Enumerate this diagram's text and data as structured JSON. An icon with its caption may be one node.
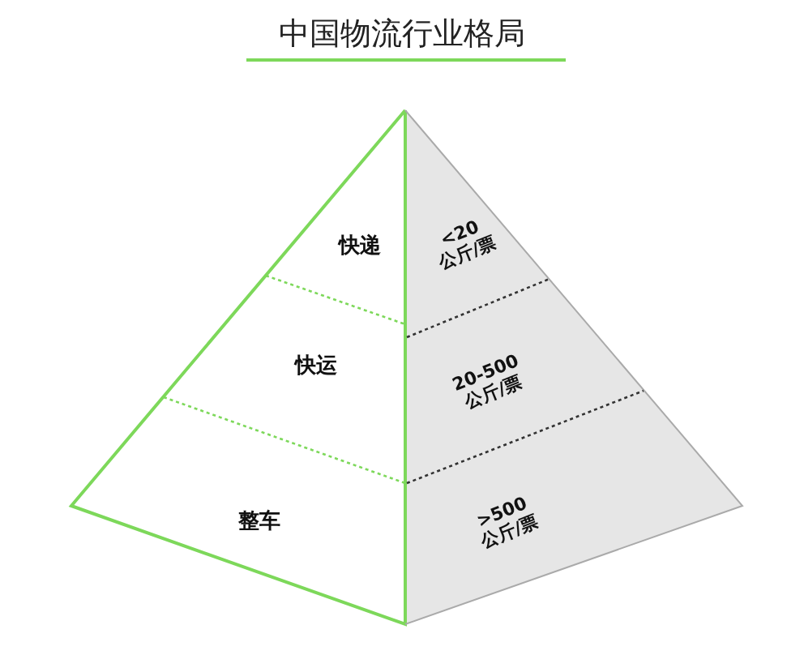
{
  "diagram": {
    "title": "中国物流行业格局",
    "nodes": [
      {
        "text": [
          "快递"
        ]
      },
      {
        "text": [
          "<20 公斤/票"
        ]
      },
      {
        "text": [
          "快运"
        ]
      },
      {
        "text": [
          "20-500 公斤/票"
        ]
      },
      {
        "text": [
          "整车"
        ]
      },
      {
        "text": [
          ">500 公斤/票"
        ]
      }
    ]
  }
}
